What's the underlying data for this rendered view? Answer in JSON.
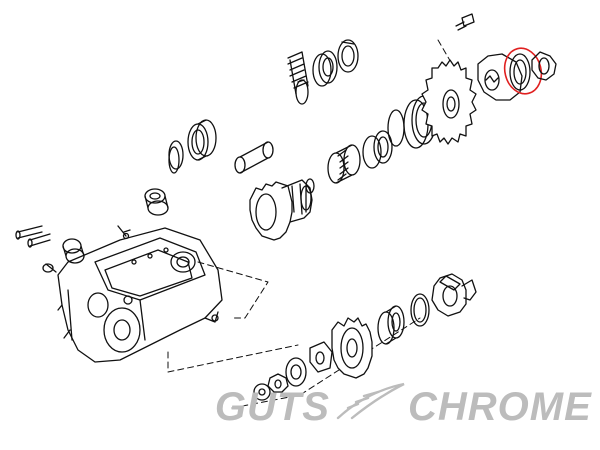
{
  "brand": {
    "word1": "GUTS",
    "word2": "CHROME",
    "color": "#bcbcbc"
  },
  "diagram": {
    "ink_color": "#111111",
    "highlight_color": "#e02020",
    "highlighted_part": "bearing-race-ring"
  }
}
